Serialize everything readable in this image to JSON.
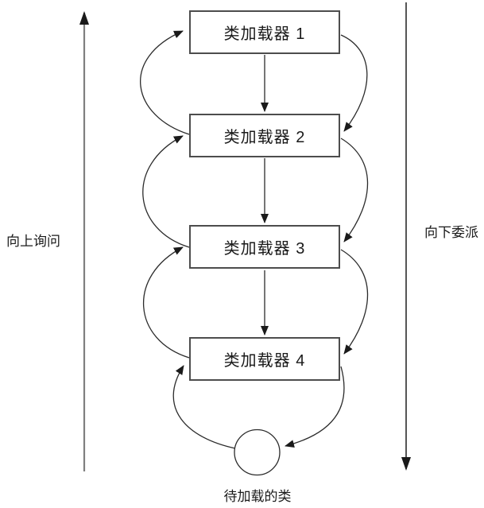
{
  "diagram": {
    "boxes": [
      {
        "label": "类加载器 1"
      },
      {
        "label": "类加载器 2"
      },
      {
        "label": "类加载器 3"
      },
      {
        "label": "类加载器 4"
      }
    ],
    "target": {
      "label": "待加载的类"
    },
    "left_rail": {
      "label": "向上询问",
      "direction": "up"
    },
    "right_rail": {
      "label": "向下委派",
      "direction": "down"
    }
  },
  "colors": {
    "line": "#2b2b2b",
    "rail-gray": "#7f7f7f",
    "box-border": "#4d4d4d",
    "text": "#1a1a1a",
    "bg": "#ffffff"
  }
}
